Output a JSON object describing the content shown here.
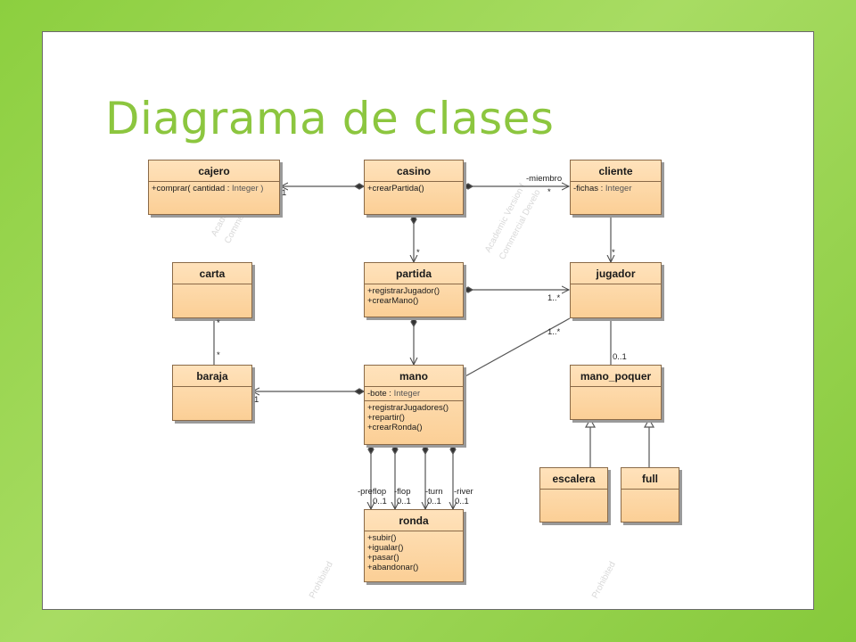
{
  "title": "Diagrama de clases",
  "watermarks": [
    "Academic Version f",
    "Commercial Develop",
    "Academic Version f",
    "Commercial Develo",
    "Prohibited",
    "Prohibited"
  ],
  "classes": {
    "cajero": {
      "name": "cajero",
      "attributes": [],
      "operations": [
        {
          "text": "+comprar( cantidad : ",
          "type": "Integer )"
        }
      ]
    },
    "casino": {
      "name": "casino",
      "attributes": [],
      "operations": [
        {
          "text": "+crearPartida()",
          "type": ""
        }
      ]
    },
    "cliente": {
      "name": "cliente",
      "attributes": [
        {
          "text": "-fichas : ",
          "type": "Integer"
        }
      ],
      "operations": []
    },
    "carta": {
      "name": "carta"
    },
    "partida": {
      "name": "partida",
      "operations": [
        {
          "text": "+registrarJugador()"
        },
        {
          "text": "+crearMano()"
        }
      ]
    },
    "jugador": {
      "name": "jugador"
    },
    "baraja": {
      "name": "baraja"
    },
    "mano": {
      "name": "mano",
      "attributes": [
        {
          "text": "-bote : ",
          "type": "Integer"
        }
      ],
      "operations": [
        {
          "text": "+registrarJugadores()"
        },
        {
          "text": "+repartir()"
        },
        {
          "text": "+crearRonda()"
        }
      ]
    },
    "mano_poquer": {
      "name": "mano_poquer"
    },
    "escalera": {
      "name": "escalera"
    },
    "full": {
      "name": "full"
    },
    "ronda": {
      "name": "ronda",
      "operations": [
        {
          "text": "+subir()"
        },
        {
          "text": "+igualar()"
        },
        {
          "text": "+pasar()"
        },
        {
          "text": "+abandonar()"
        }
      ]
    }
  },
  "labels": {
    "casino_cajero_mult": "1",
    "casino_cliente_role": "-miembro",
    "casino_cliente_mult": "*",
    "casino_partida_mult": "*",
    "cliente_jugador_mult": "*",
    "partida_jugador_mult": "1..*",
    "mano_jugador_mult": "1..*",
    "jugador_manopoquer_mult": "0..1",
    "carta_mult": "*",
    "baraja_mult": "*",
    "mano_baraja_mult": "1",
    "preflop_role": "-preflop",
    "preflop_mult": "0..1",
    "flop_role": "-flop",
    "flop_mult": "0..1",
    "turn_role": "-turn",
    "turn_mult": "0..1",
    "river_role": "-river",
    "river_mult": "0..1"
  }
}
